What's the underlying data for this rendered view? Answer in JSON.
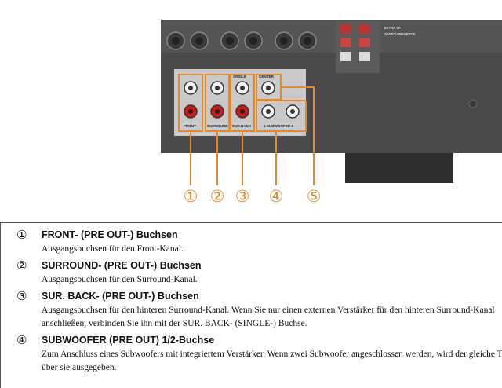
{
  "diagram": {
    "panel_labels": {
      "extra": "EXTRA SP",
      "zone": "ZONE2/ PRESENCE",
      "single": "SINGLE",
      "center": "CENTER",
      "front": "FRONT",
      "surround": "SURROUND",
      "surback": "SUR.BACK",
      "subwoofer": "1  SUBWOOFER  2"
    },
    "callouts": [
      "①",
      "②",
      "③",
      "④",
      "⑤"
    ]
  },
  "items": [
    {
      "num": "①",
      "title": "FRONT- (PRE OUT-) Buchsen",
      "lines": [
        "Ausgangsbuchsen für den Front-Kanal."
      ]
    },
    {
      "num": "②",
      "title": "SURROUND- (PRE OUT-) Buchsen",
      "lines": [
        "Ausgangsbuchsen für den Surround-Kanal."
      ]
    },
    {
      "num": "③",
      "title": "SUR. BACK- (PRE OUT-) Buchsen",
      "lines": [
        "Ausgangsbuchsen für den hinteren Surround-Kanal. Wenn Sie nur einen externen Verstärker für den hinteren Surround-Kanal",
        "anschließen, verbinden Sie ihn mit der SUR. BACK- (SINGLE-) Buchse."
      ]
    },
    {
      "num": "④",
      "title": "SUBWOOFER (PRE OUT) 1/2-Buchse",
      "lines": [
        "Zum Anschluss eines Subwoofers mit integriertem Verstärker. Wenn zwei Subwoofer angeschlossen werden, wird der gleiche Ton",
        "über sie ausgegeben."
      ]
    }
  ]
}
